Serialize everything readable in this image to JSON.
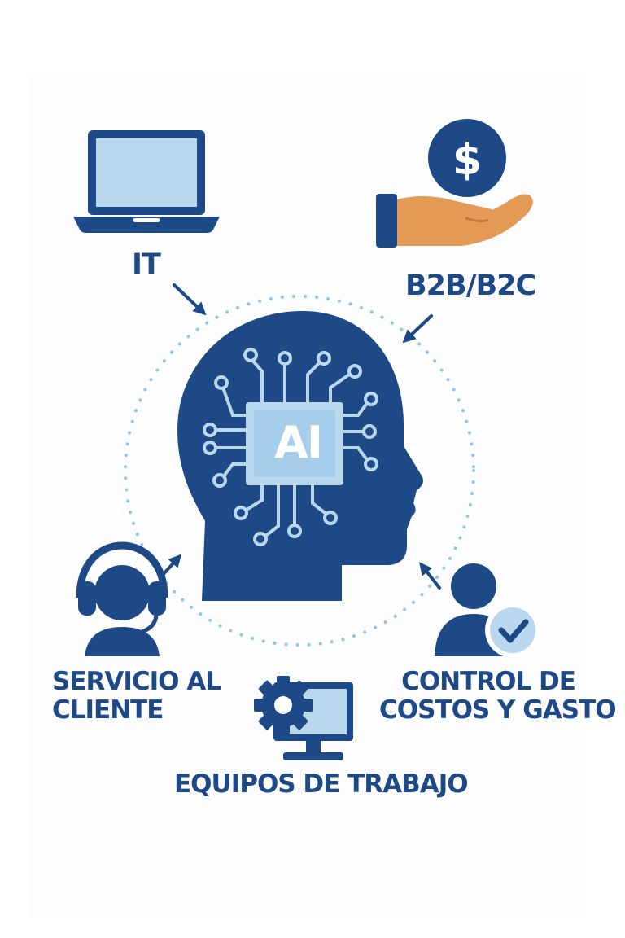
{
  "center": {
    "badge": "AI"
  },
  "nodes": {
    "it": {
      "label": "IT"
    },
    "b2b": {
      "label": "B2B/B2C"
    },
    "servicio": {
      "lines": [
        "SERVICIO AL",
        "CLIENTE"
      ]
    },
    "control": {
      "lines": [
        "CONTROL DE",
        "COSTOS Y GASTO"
      ]
    },
    "equipos": {
      "label": "EQUIPOS DE TRABAJO"
    }
  },
  "icons": {
    "it": "laptop-icon",
    "b2b": "hand-coin-icon",
    "servicio": "headset-agent-icon",
    "control": "user-check-icon",
    "equipos": "gear-monitor-icon"
  },
  "colors": {
    "navy": "#1d4a86",
    "light_blue": "#b9d8ee",
    "dots": "#8fc7ec",
    "hand": "#e39a55"
  }
}
